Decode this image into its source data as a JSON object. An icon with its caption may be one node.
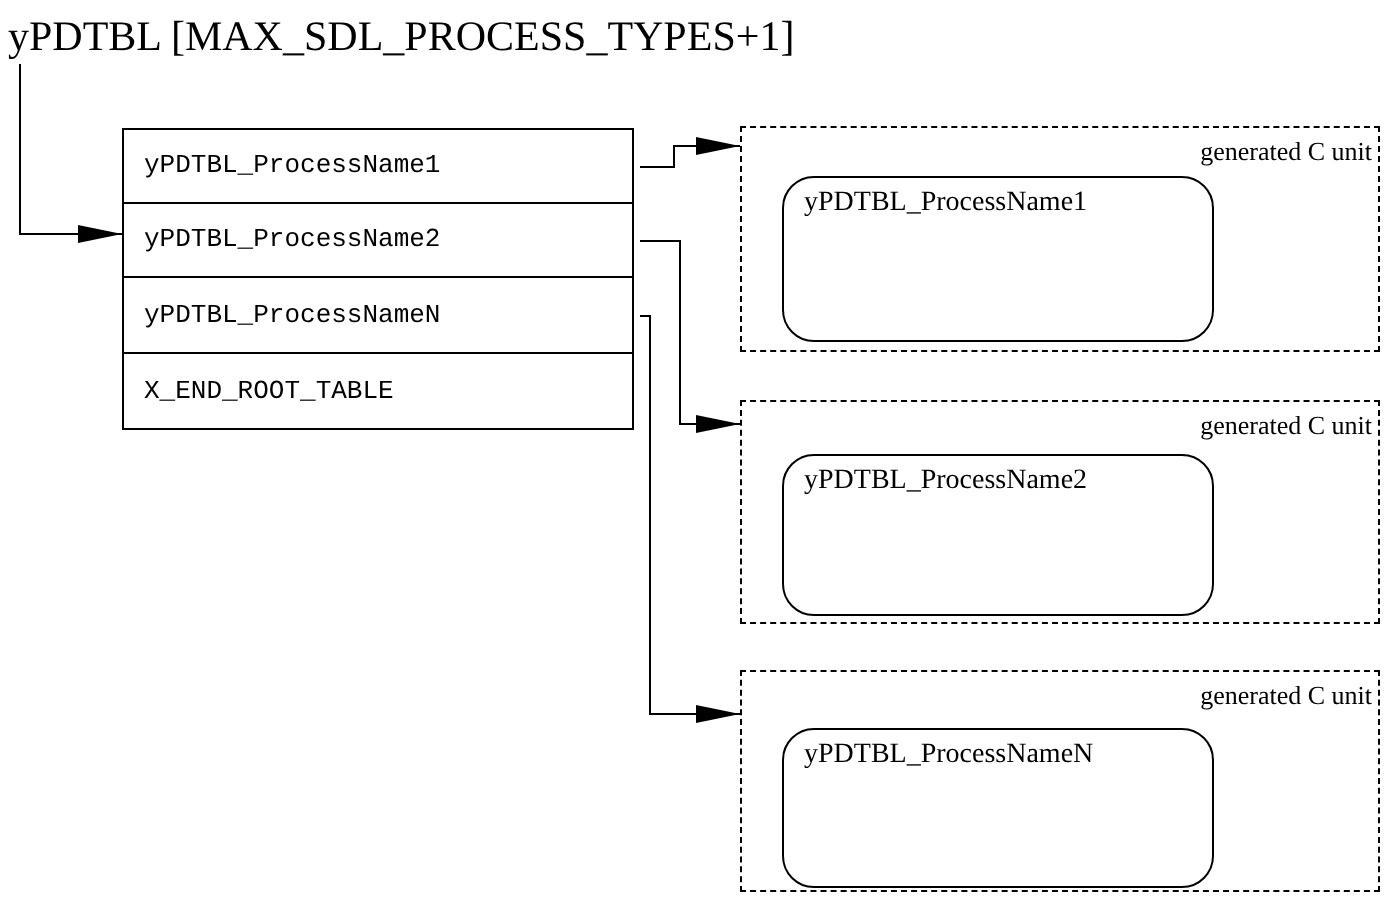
{
  "diagram": {
    "nodes": [
      {
        "text": [
          "yPDTBL [MAX_SDL_PROCESS_TYPES+1]"
        ]
      },
      {
        "text": [],
        "shape": "box"
      },
      {
        "text": [
          "yPDTBL_ProcessName1"
        ],
        "in": 1
      },
      {
        "text": [
          "yPDTBL_ProcessName2"
        ],
        "in": 1
      },
      {
        "text": [
          "yPDTBL_ProcessNameN"
        ],
        "in": 1
      },
      {
        "text": [
          "X_END_ROOT_TABLE"
        ],
        "in": 1
      },
      {
        "text": [
          "generated C unit"
        ]
      },
      {
        "text": [
          "yPDTBL_ProcessName1"
        ],
        "in": 6
      },
      {
        "text": [
          "generated C unit"
        ]
      },
      {
        "text": [
          "yPDTBL_ProcessName2"
        ],
        "in": 8
      },
      {
        "text": [
          "generated C unit"
        ]
      },
      {
        "text": [
          "yPDTBL_ProcessNameN"
        ],
        "in": 10
      }
    ],
    "edges": [
      {
        "from": 0,
        "to": 1,
        "arrow": "to"
      },
      {
        "from": 2,
        "to": 6,
        "arrow": "to"
      },
      {
        "from": 3,
        "to": 8,
        "arrow": "to"
      },
      {
        "from": 4,
        "to": 10,
        "arrow": "to"
      }
    ]
  }
}
